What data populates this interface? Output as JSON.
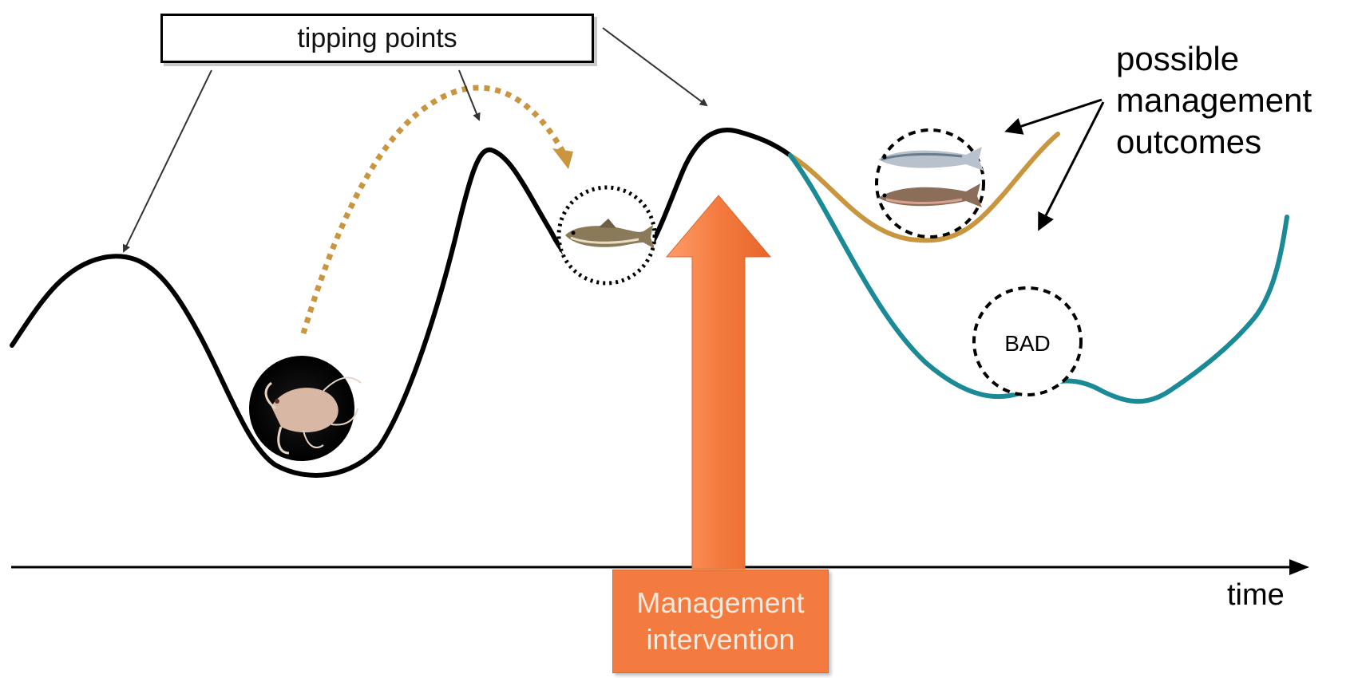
{
  "tipping_points_label": "tipping points",
  "outcomes_label": [
    "possible",
    "management",
    "outcomes"
  ],
  "time_label": "time",
  "management_box": [
    "Management",
    "intervention"
  ],
  "bad_label": "BAD",
  "colors": {
    "landscape": "#000000",
    "good_outcome": "#c9963f",
    "bad_outcome": "#1a8a96",
    "arrow_orange": "#f47b3f",
    "dotted_arrow": "#c9963f"
  },
  "icons": [
    "amphipod-icon",
    "cod-fish-icon",
    "salmon-icon",
    "bad-state-circle"
  ]
}
